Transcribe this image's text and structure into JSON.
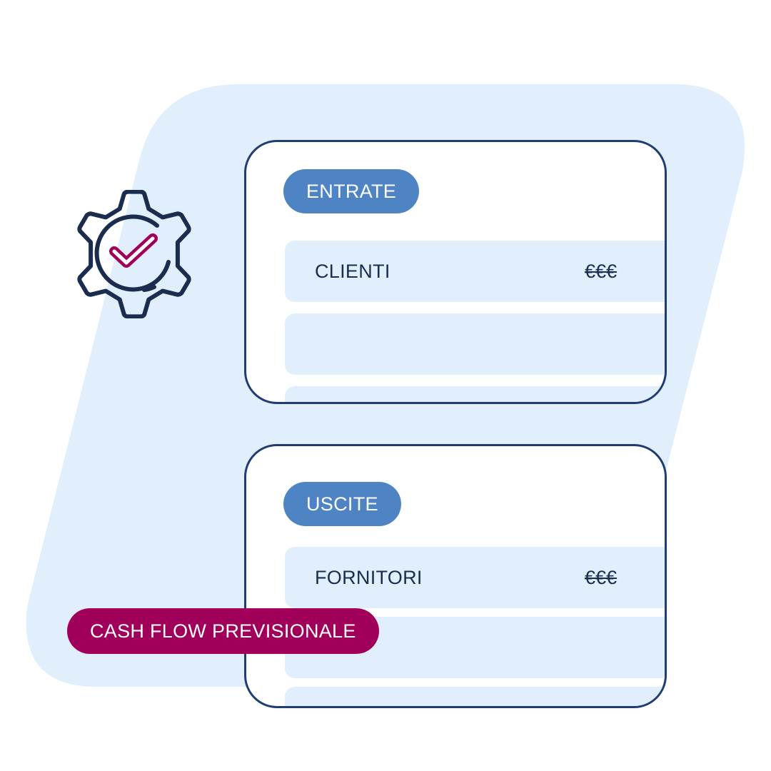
{
  "colors": {
    "background_shape": "#e1eefc",
    "panel_border": "#1f3d73",
    "pill": "#4f84c4",
    "row": "#e1eefc",
    "tag": "#a0005a",
    "gear_stroke": "#1b2d4f",
    "check_stroke": "#a0005a"
  },
  "icon": {
    "name": "gear-check-icon"
  },
  "income": {
    "label": "ENTRATE",
    "rows": [
      {
        "label": "CLIENTI",
        "value": "€€€"
      }
    ]
  },
  "expenses": {
    "label": "USCITE",
    "rows": [
      {
        "label": "FORNITORI",
        "value": "€€€"
      }
    ]
  },
  "tag": {
    "label": "CASH FLOW PREVISIONALE"
  }
}
